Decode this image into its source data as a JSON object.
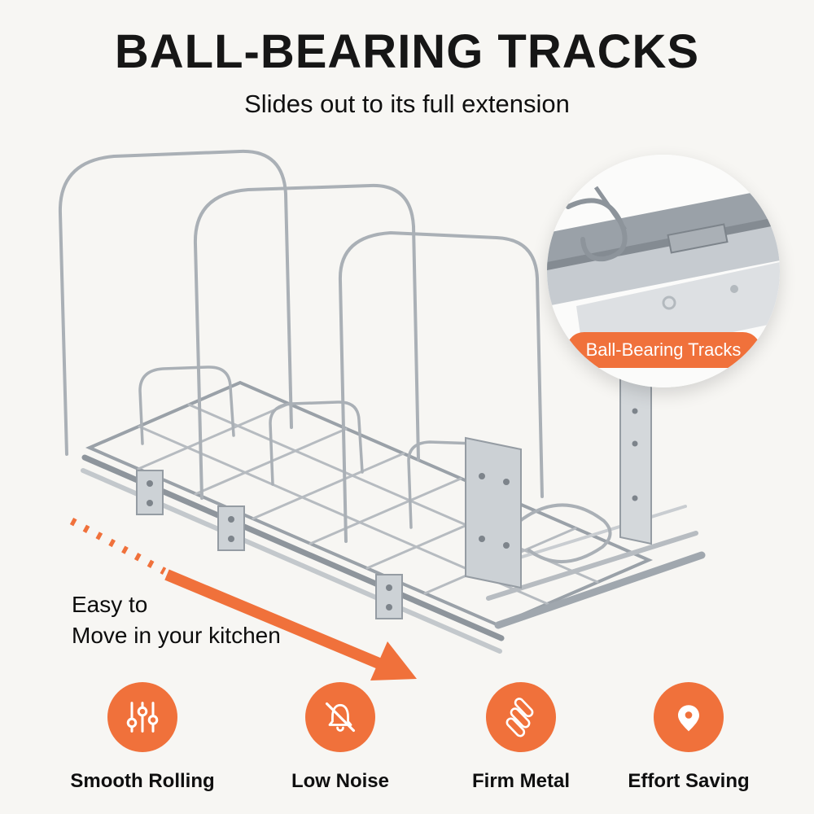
{
  "page": {
    "background": "#f7f6f3",
    "accent_orange": "#f0713b",
    "chrome_gray": "#aab0b6",
    "text_black": "#141414"
  },
  "header": {
    "title": "BALL-BEARING TRACKS",
    "subtitle": "Slides out to its full extension"
  },
  "product": {
    "description": "chrome wire pull-out cabinet organizer with ball-bearing slide tracks, shown fully extended",
    "detail_callout": {
      "label": "Ball-Bearing Tracks",
      "shape": "circular zoom inset of slide rail hardware"
    }
  },
  "annotation": {
    "line1": "Easy to",
    "line2": "Move in your kitchen",
    "arrow": "orange dashed-to-solid arrow pointing down-right"
  },
  "features": [
    {
      "label": "Smooth Rolling",
      "icon": "sliders-icon"
    },
    {
      "label": "Low Noise",
      "icon": "muted-bell-icon"
    },
    {
      "label": "Firm Metal",
      "icon": "metal-tubes-icon"
    },
    {
      "label": "Effort Saving",
      "icon": "location-pin-icon"
    }
  ]
}
